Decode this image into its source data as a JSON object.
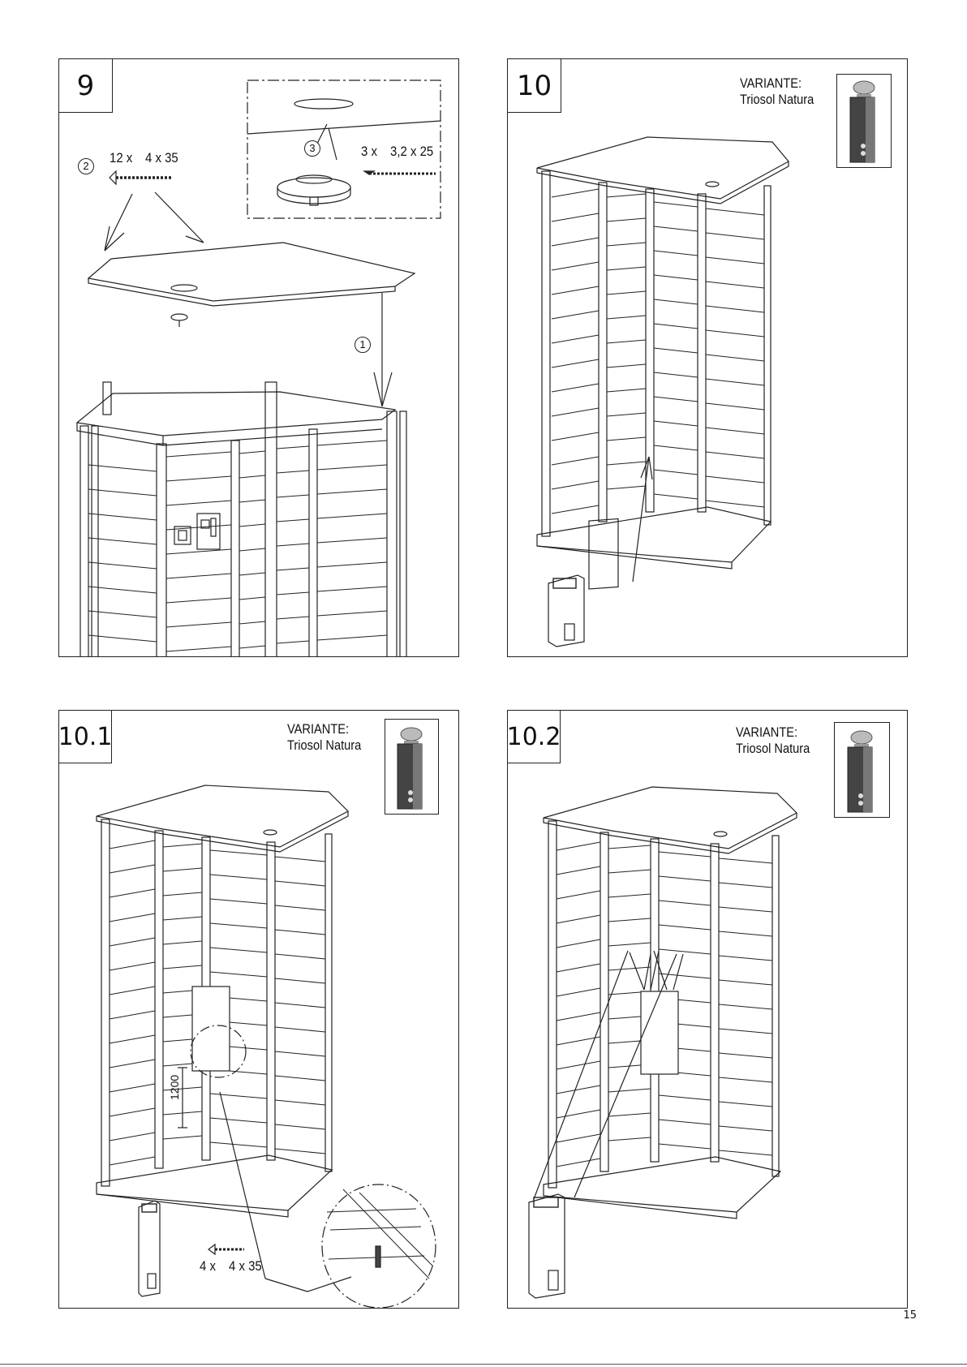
{
  "panels": [
    {
      "step": "9",
      "labels": {
        "screws_a_qty": "12 x",
        "screws_a_size": "4 x 35",
        "screws_b_qty": "3 x",
        "screws_b_size": "3,2 x 25",
        "callout_1": "1",
        "callout_2": "2",
        "callout_3": "3"
      }
    },
    {
      "step": "10",
      "variant_title": "VARIANTE:",
      "variant_name": "Triosol Natura"
    },
    {
      "step": "10.1",
      "variant_title": "VARIANTE:",
      "variant_name": "Triosol Natura",
      "labels": {
        "screws_qty": "4 x",
        "screws_size": "4 x 35",
        "dimension": "1200"
      }
    },
    {
      "step": "10.2",
      "variant_title": "VARIANTE:",
      "variant_name": "Triosol Natura"
    }
  ],
  "page_number": "15"
}
